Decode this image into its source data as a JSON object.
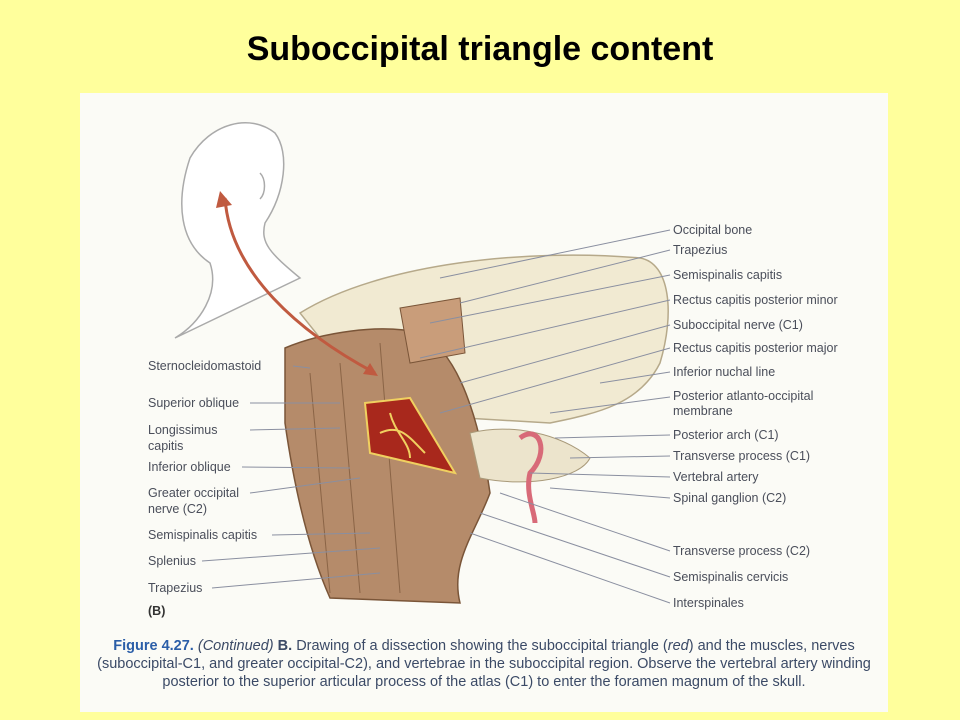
{
  "slide": {
    "title": "Suboccipital triangle content"
  },
  "figure": {
    "panel_label": "(B)",
    "right_labels": [
      "Occipital bone",
      "Trapezius",
      "Semispinalis capitis",
      "Rectus capitis posterior minor",
      "Suboccipital nerve (C1)",
      "Rectus capitis posterior major",
      "Inferior nuchal line",
      "Posterior atlanto-occipital",
      "membrane",
      "Posterior arch (C1)",
      "Transverse process (C1)",
      "Vertebral artery",
      "Spinal ganglion (C2)",
      "Transverse process (C2)",
      "Semispinalis cervicis",
      "Interspinales"
    ],
    "left_labels": [
      "Sternocleidomastoid",
      "Superior oblique",
      "Longissimus",
      "capitis",
      "Inferior oblique",
      "Greater occipital",
      "nerve (C2)",
      "Semispinalis capitis",
      "Splenius",
      "Trapezius"
    ],
    "caption": {
      "figure_number": "Figure 4.27.",
      "continued": "(Continued)",
      "part": "B.",
      "text1": "Drawing of a dissection showing the suboccipital triangle (",
      "red_word": "red",
      "text2": ") and the muscles, nerves (suboccipital-C1, and greater occipital-C2), and vertebrae in the suboccipital region. Observe the vertebral artery winding posterior to the superior articular process of the atlas (C1) to enter the foramen magnum of the skull."
    }
  },
  "colors": {
    "background": "#ffff9c",
    "triangle": "#a8281c",
    "caption_accent": "#2b5ea8"
  }
}
